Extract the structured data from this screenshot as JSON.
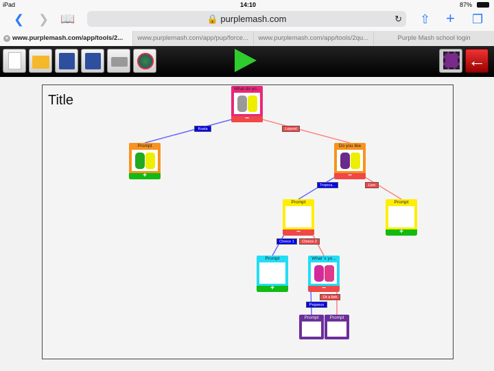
{
  "status": {
    "device": "iPad",
    "time": "14:10",
    "battery": "87%"
  },
  "browser": {
    "url": "purplemash.com",
    "tabs": [
      "www.purplemash.com/app/tools/2...",
      "www.purplemash.com/app/pup/force...",
      "www.purplemash.com/app/tools/2qu...",
      "Purple Mash school login"
    ]
  },
  "toolbar": {
    "buttons": [
      "new-file",
      "open-folder",
      "save",
      "save-as",
      "print",
      "share-online"
    ],
    "play": "play",
    "right": [
      "video",
      "back-exit"
    ]
  },
  "canvas": {
    "title": "Title",
    "colors": {
      "blue": "#0000ee",
      "red": "#f04848",
      "green": "#11bb11"
    },
    "nodes": [
      {
        "title": "What do yo...",
        "color": "#e8287a",
        "button": "minus"
      },
      {
        "title": "Prompt",
        "color": "#f7931e",
        "button": "plus"
      },
      {
        "title": "Do you like",
        "color": "#f7931e",
        "button": "minus"
      },
      {
        "title": "Prompt",
        "color": "#ffee00",
        "button": "minus"
      },
      {
        "title": "Prompt",
        "color": "#ffee00",
        "button": "plus"
      },
      {
        "title": "Prompt",
        "color": "#22ddf5",
        "button": "plus"
      },
      {
        "title": "What 's yo...",
        "color": "#22ddf5",
        "button": "minus"
      },
      {
        "title": "Prompt",
        "color": "#6b2f9a",
        "button": "none"
      },
      {
        "title": "Prompt",
        "color": "#6b2f9a",
        "button": "none"
      }
    ],
    "labels": [
      "Koala",
      "Lepord",
      "Tropica...",
      "Lion",
      "Choice 1",
      "Choice 2",
      "Or a fish",
      "Pegasus"
    ]
  }
}
